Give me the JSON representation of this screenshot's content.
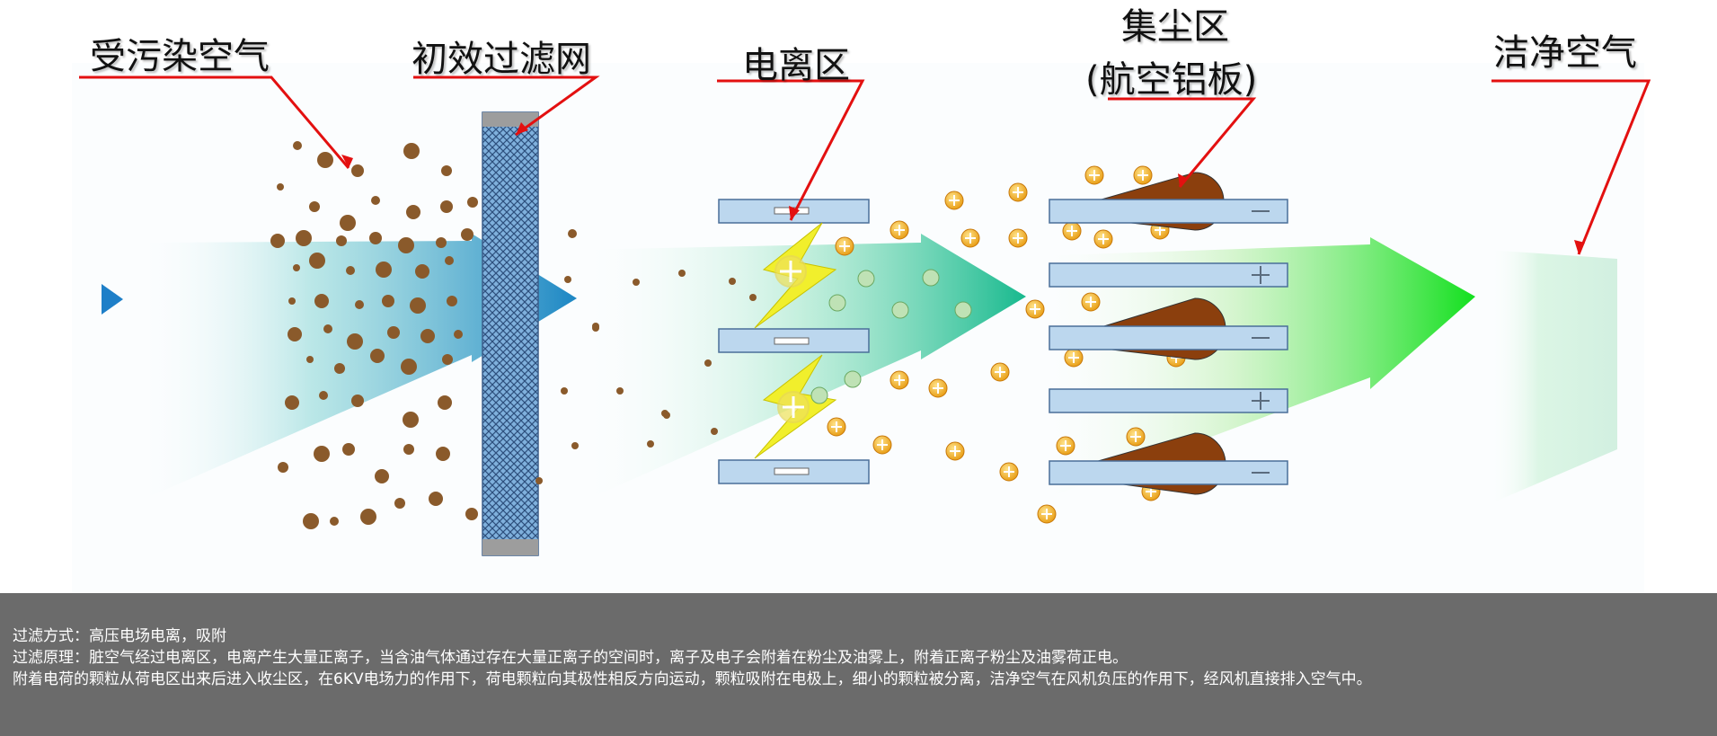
{
  "labels": {
    "polluted_air": "受污染空气",
    "primary_filter": "初效过滤网",
    "ionization_zone": "电离区",
    "dust_collection_line1": "集尘区",
    "dust_collection_line2": "(航空铝板)",
    "clean_air": "洁净空气"
  },
  "footer": {
    "method": "过滤方式：高压电场电离，吸附",
    "principle": "过滤原理：脏空气经过电离区，电离产生大量正离子，当含油气体通过存在大量正离子的空间时，离子及电子会附着在粉尘及油雾上，附着正离子粉尘及油雾荷正电。",
    "detail": "附着电荷的颗粒从荷电区出来后进入收尘区，在6KV电场力的作用下，荷电颗粒向其极性相反方向运动，颗粒吸附在电极上，细小的颗粒被分离，洁净空气在风机负压的作用下，经风机直接排入空气中。"
  },
  "colors": {
    "pointer": "#e31010",
    "dust": "#8a5a2b",
    "plate": "#bcd7ee",
    "footer_bg": "#6b6b6b"
  }
}
